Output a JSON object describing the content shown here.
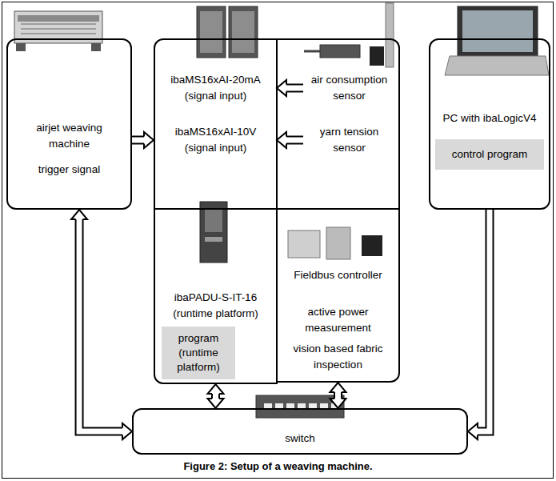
{
  "diagram": {
    "caption": "Figure 2: Setup of a weaving machine.",
    "nodes": [
      {
        "text": [
          "airjet weaving machine",
          "trigger signal"
        ]
      },
      {
        "text": [
          "ibaMS16xAI-20mA (signal input)",
          "ibaMS16xAI-10V (signal input)"
        ]
      },
      {
        "text": [
          "air consumption sensor",
          "yarn tension sensor"
        ]
      },
      {
        "text": [
          "PC with ibaLogicV4"
        ]
      },
      {
        "text": [
          "control program"
        ],
        "in": 3
      },
      {
        "text": [
          "ibaPADU-S-IT-16 (runtime platform)"
        ]
      },
      {
        "text": [
          "program (runtime platform)"
        ],
        "in": 5
      },
      {
        "text": [
          "Fieldbus controller",
          "active power measurement",
          "vision based fabric inspection"
        ]
      },
      {
        "text": [
          "switch"
        ]
      }
    ],
    "edges": [
      {
        "from": 0,
        "to": 1,
        "arrow": "to"
      },
      {
        "from": 2,
        "to": 1,
        "arrow": "to"
      },
      {
        "from": 2,
        "to": 1,
        "arrow": "to"
      },
      {
        "from": 0,
        "to": 8,
        "arrow": "both"
      },
      {
        "from": 5,
        "to": 8,
        "arrow": "both"
      },
      {
        "from": 7,
        "to": 8,
        "arrow": "both"
      },
      {
        "from": 3,
        "to": 8,
        "arrow": "to"
      }
    ]
  }
}
